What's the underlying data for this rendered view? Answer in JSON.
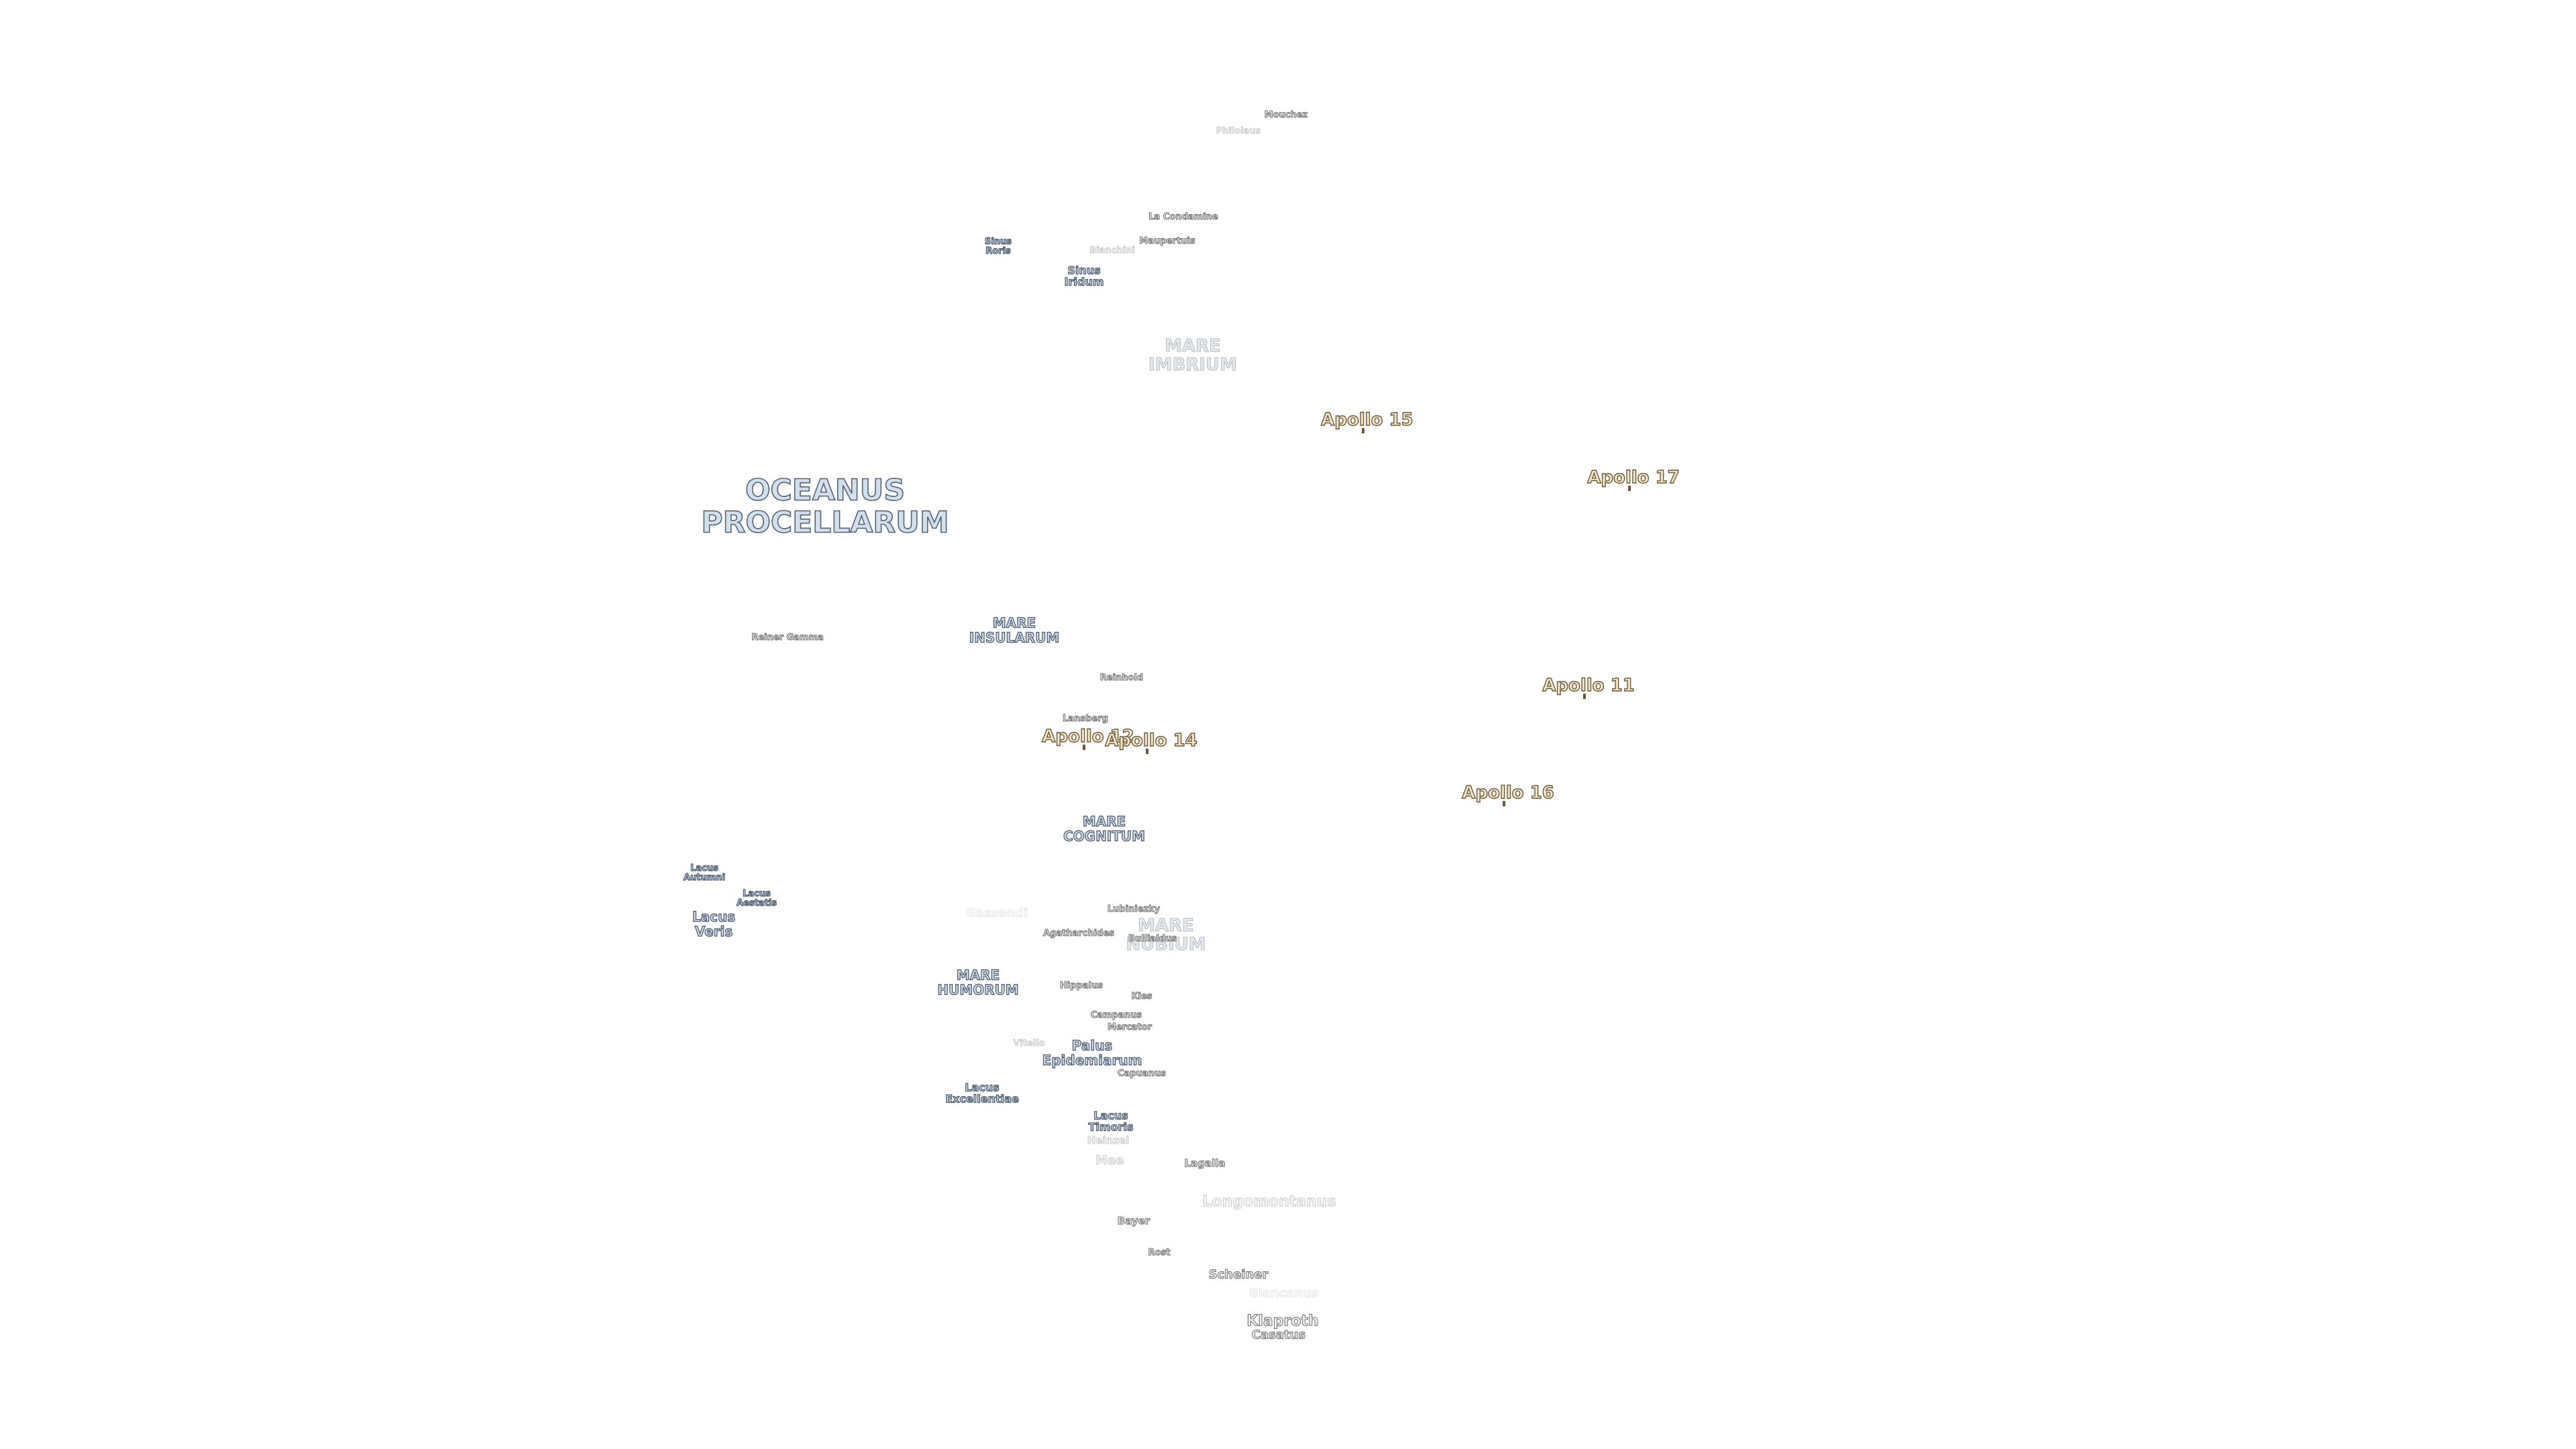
{
  "map": {
    "oceans": [
      {
        "id": "oceanus-procellarum",
        "lines": [
          "OCEANUS",
          "PROCELLARUM"
        ]
      }
    ],
    "maria": [
      {
        "id": "mare-imbrium",
        "lines": [
          "MARE",
          "IMBRIUM"
        ],
        "style": "faint"
      },
      {
        "id": "mare-insularum",
        "lines": [
          "MARE",
          "INSULARUM"
        ]
      },
      {
        "id": "mare-cognitum",
        "lines": [
          "MARE",
          "COGNITUM"
        ]
      },
      {
        "id": "mare-nubium",
        "lines": [
          "MARE",
          "NUBIUM"
        ],
        "style": "faint"
      },
      {
        "id": "mare-humorum",
        "lines": [
          "MARE",
          "HUMORUM"
        ]
      },
      {
        "id": "sinus-roris",
        "lines": [
          "Sinus",
          "Roris"
        ]
      },
      {
        "id": "sinus-iridum",
        "lines": [
          "Sinus",
          "Iridum"
        ]
      },
      {
        "id": "lacus-autumni",
        "lines": [
          "Lacus",
          "Autumni"
        ]
      },
      {
        "id": "lacus-aestatis",
        "lines": [
          "Lacus",
          "Aestatis"
        ]
      },
      {
        "id": "lacus-veris",
        "lines": [
          "Lacus",
          "Veris"
        ]
      },
      {
        "id": "palus-epidemiarum",
        "lines": [
          "Palus",
          "Epidemiarum"
        ]
      },
      {
        "id": "lacus-excellentiae",
        "lines": [
          "Lacus",
          "Excellentiae"
        ]
      },
      {
        "id": "lacus-timoris",
        "lines": [
          "Lacus",
          "Timoris"
        ]
      }
    ],
    "craters": [
      {
        "id": "mouchez",
        "name": "Mouchez"
      },
      {
        "id": "philolaus",
        "name": "Philolaus",
        "style": "faint"
      },
      {
        "id": "la-condamine",
        "name": "La Condamine"
      },
      {
        "id": "maupertuis",
        "name": "Maupertuis"
      },
      {
        "id": "bianchini",
        "name": "Bianchini",
        "style": "faint"
      },
      {
        "id": "reiner-gamma",
        "name": "Reiner Gamma"
      },
      {
        "id": "reinhold",
        "name": "Reinhold"
      },
      {
        "id": "lansberg",
        "name": "Lansberg"
      },
      {
        "id": "gassendi",
        "name": "Gassendi",
        "style": "veryfaint"
      },
      {
        "id": "lubiniezky",
        "name": "Lubiniezky"
      },
      {
        "id": "agatharchides",
        "name": "Agatharchides"
      },
      {
        "id": "bullialdus",
        "name": "Bullialdus"
      },
      {
        "id": "hippalus",
        "name": "Hippalus"
      },
      {
        "id": "kies",
        "name": "Kies"
      },
      {
        "id": "campanus",
        "name": "Campanus"
      },
      {
        "id": "mercator",
        "name": "Mercator"
      },
      {
        "id": "vitello",
        "name": "Vitello",
        "style": "faint"
      },
      {
        "id": "capuanus",
        "name": "Capuanus"
      },
      {
        "id": "heinzel",
        "name": "Heinzel",
        "style": "faint"
      },
      {
        "id": "mee",
        "name": "Mee",
        "style": "faint"
      },
      {
        "id": "lagalla",
        "name": "Lagalla"
      },
      {
        "id": "longomontanus",
        "name": "Longomontanus",
        "style": "faint"
      },
      {
        "id": "bayer",
        "name": "Bayer"
      },
      {
        "id": "rost",
        "name": "Rost"
      },
      {
        "id": "scheiner",
        "name": "Scheiner"
      },
      {
        "id": "blancanus",
        "name": "Blancanus",
        "style": "veryfaint"
      },
      {
        "id": "klaproth",
        "name": "Klaproth"
      },
      {
        "id": "casatus",
        "name": "Casatus"
      }
    ],
    "apollo_sites": [
      {
        "id": "apollo-15",
        "name": "Apollo 15"
      },
      {
        "id": "apollo-17",
        "name": "Apollo 17"
      },
      {
        "id": "apollo-11",
        "name": "Apollo 11"
      },
      {
        "id": "apollo-12",
        "name": "Apollo 12"
      },
      {
        "id": "apollo-14",
        "name": "Apollo 14"
      },
      {
        "id": "apollo-16",
        "name": "Apollo 16"
      }
    ]
  },
  "colors": {
    "background": "#ffffff",
    "mare_fill": "#cdd9e6",
    "mare_outline": "#4a5a6c",
    "crater_outline": "#6c6c6c",
    "apollo_fill": "#f3e6c8",
    "apollo_outline": "#6b5a3a"
  }
}
